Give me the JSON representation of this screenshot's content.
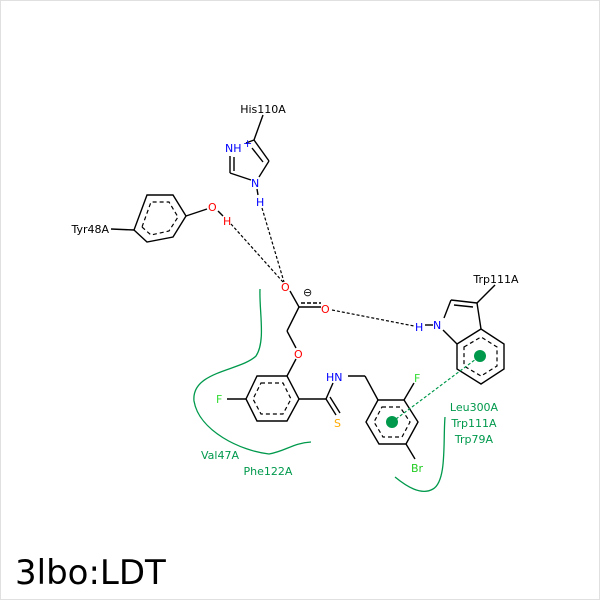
{
  "title": "3lbo:LDT",
  "residues": {
    "his": "His110A",
    "tyr": "Tyr48A",
    "trp": "Trp111A",
    "val": "Val47A",
    "phe": "Phe122A",
    "pi_group": [
      "Leu300A",
      "Trp111A",
      "Trp79A"
    ]
  },
  "atoms": {
    "nh_plus": "NH",
    "plus": "+",
    "n": "N",
    "h": "H",
    "o": "O",
    "f": "F",
    "s": "S",
    "hn": "HN",
    "br": "Br",
    "minus": "⊖"
  },
  "colors": {
    "nitrogen": "#0000ff",
    "oxygen": "#ff0000",
    "fluorine": "#33dd33",
    "sulfur": "#ffaa00",
    "bromine": "#22cc22",
    "hydrophobic": "#00994c"
  }
}
